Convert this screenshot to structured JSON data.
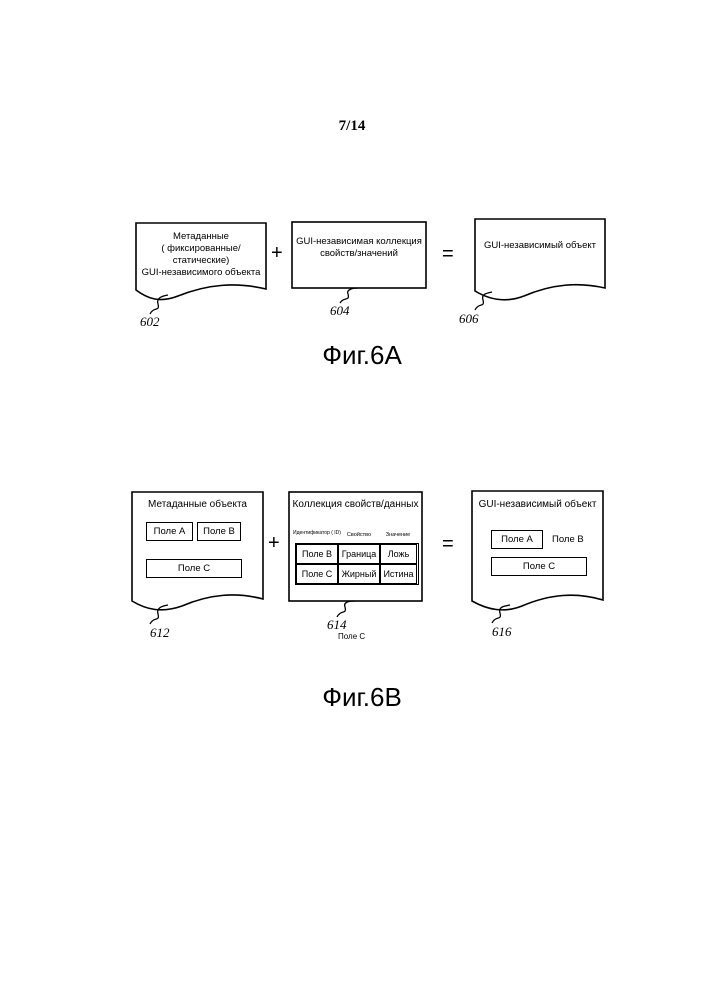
{
  "page": {
    "number": "7/14"
  },
  "fig6a": {
    "caption": "Фиг.6А",
    "doc602": {
      "line1": "Метаданные",
      "line2": "( фиксированные/",
      "line3": "статические)",
      "line4": "GUI-независимого объекта",
      "ref": "602"
    },
    "box604": {
      "line1": "GUI-независимая коллекция",
      "line2": "свойств/значений",
      "ref": "604"
    },
    "doc606": {
      "text": "GUI-независимый объект",
      "ref": "606"
    },
    "plus": "+",
    "equals": "="
  },
  "fig6b": {
    "caption": "Фиг.6В",
    "doc612": {
      "title": "Метаданные объекта",
      "field_a": "Поле А",
      "field_b": "Поле В",
      "field_c": "Поле С",
      "ref": "612"
    },
    "box614": {
      "title": "Коллекция свойств/данных",
      "headers": {
        "id": "Идентификатор ( ID)",
        "property": "Свойство",
        "value": "Значение"
      },
      "rows": [
        {
          "id": "Поле В",
          "property": "Граница",
          "value": "Ложь"
        },
        {
          "id": "Поле С",
          "property": "Жирный",
          "value": "Истина"
        }
      ],
      "ref": "614",
      "below_label": "Поле С"
    },
    "doc616": {
      "title": "GUI-независимый объект",
      "field_a": "Поле А",
      "field_b": "Поле В",
      "field_c": "Поле С",
      "ref": "616"
    },
    "plus": "+",
    "equals": "="
  }
}
